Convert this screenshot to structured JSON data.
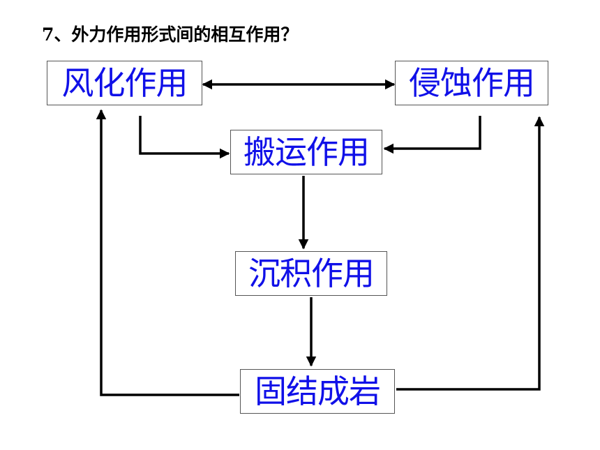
{
  "question": "7、外力作用形式间的相互作用？",
  "nodes": {
    "weathering": "风化作用",
    "erosion": "侵蚀作用",
    "transportation": "搬运作用",
    "deposition": "沉积作用",
    "lithification": "固结成岩"
  },
  "colors": {
    "node_text": "#1010e8",
    "arrow": "#000000",
    "node_border": "#555555"
  }
}
